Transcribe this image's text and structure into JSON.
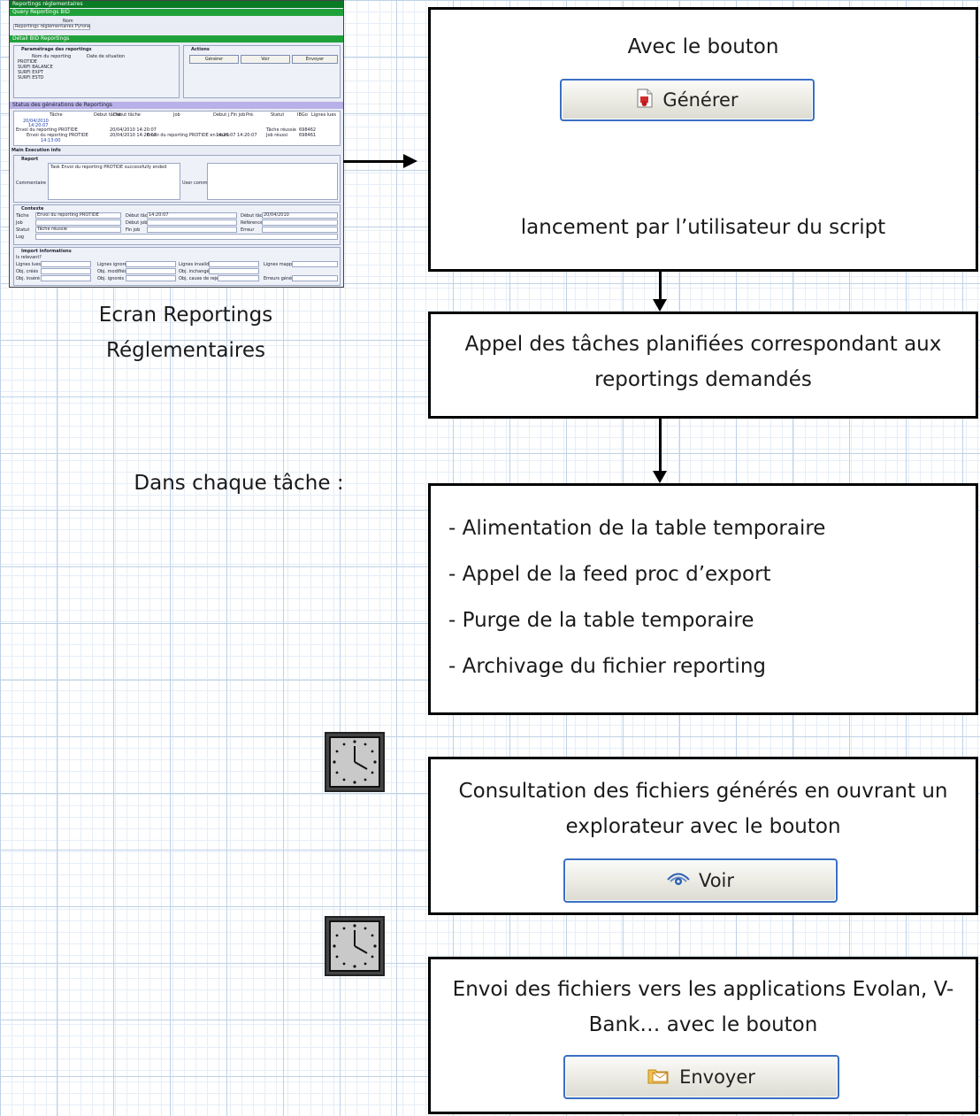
{
  "screenshot": {
    "window_title": "Reportings réglementaires",
    "header_bar": "Query Reportings BID",
    "query_label": "Nom",
    "query_value": "Reportings réglementaires Pyrone",
    "detail_bar": "Détail BID Reportings",
    "params_title": "Paramétrage des reportings",
    "actions_title": "Actions",
    "col_name": "Nom du reporting",
    "col_date": "Date de situation",
    "reportings": [
      "PROTIDE",
      "SURFI BALANCE",
      "SURFI EXPT",
      "SURFI ESTD"
    ],
    "btn_generate": "Générer",
    "btn_view": "Voir",
    "btn_send": "Envoyer",
    "status_bar": "Status des générations de Reportings",
    "status_cols": [
      "Tâche",
      "Début tâche",
      "Début tâche",
      "Job",
      "Début j.",
      "Fin job",
      "Pré.",
      "Statut",
      "IBGo",
      "Lignes lues"
    ],
    "tree_date": "20/04/2010",
    "tree_time1": "14:20:07",
    "row1_task": "Envoi du reporting PROTIDE",
    "row1_start": "20/04/2010 14:20:07",
    "row1_status": "Tâche réussie",
    "row1_id": "698462",
    "row2_task": "Envoi du reporting PROTIDE",
    "row2_start": "20/04/2010 14:20:07",
    "row2_job": "Envoi du reporting PROTIDE en cours",
    "row2_times": "14:20:07  14:20:07",
    "row2_status": "Job réussi",
    "row2_id": "698461",
    "tree_time2": "14:13:00",
    "tabs": "Main  Execution info",
    "report_title": "Report",
    "report_text": "Task Envoi du reporting PROTIDE successfully ended",
    "comment_label": "Commentaire",
    "user_comment_label": "User comment",
    "context_title": "Contexte",
    "ctx_task_label": "Tâche",
    "ctx_task_value": "Envoi du reporting PROTIDE",
    "ctx_start_label": "Début tâche",
    "ctx_start_value": "14:20:07",
    "ctx_start2_label": "Début tâche",
    "ctx_start2_value": "20/04/2010",
    "ctx_job_label": "Job",
    "ctx_jobstart_label": "Début job",
    "ctx_jobref_label": "Référence job",
    "ctx_status_label": "Statut",
    "ctx_status_value": "Tâche réussie",
    "ctx_end_label": "Fin job",
    "ctx_error_label": "Erreur",
    "ctx_log_label": "Log",
    "import_title": "Import informations",
    "relevant_label": "Is relevant?",
    "imp_labels": [
      "Lignes lues",
      "Lignes ignorées",
      "Lignes invalides",
      "Lignes mappées",
      "Obj. créés",
      "Obj. modifiés",
      "Obj. inchangés",
      "Obj. inséré",
      "Obj. ignorés",
      "Obj. cause de rejet",
      "Erreurs générées"
    ]
  },
  "caption": {
    "line1": "Ecran Reportings",
    "line2": "Réglementaires"
  },
  "box1": {
    "line1": "Avec le bouton",
    "button": "Générer",
    "line2": "lancement par l’utilisateur du script"
  },
  "box2": {
    "line1": "Appel des tâches planifiées correspondant aux",
    "line2": "reportings demandés"
  },
  "side_label": "Dans chaque tâche :",
  "box3": {
    "items": [
      "- Alimentation de la table temporaire",
      "- Appel de la feed proc d’export",
      "- Purge de la table temporaire",
      "- Archivage du fichier reporting"
    ]
  },
  "box4": {
    "line1": "Consultation des fichiers générés en ouvrant un",
    "line2": "explorateur avec le bouton",
    "button": "Voir"
  },
  "box5": {
    "line1": "Envoi des fichiers vers les applications Evolan, V-",
    "line2": "Bank… avec le bouton",
    "button": "Envoyer"
  },
  "icons": {
    "generate": "generate-report-icon",
    "view": "eye-icon",
    "send": "folder-envelope-icon",
    "clock": "clock-icon"
  },
  "colors": {
    "button_border": "#3a6fc4",
    "green_bar": "#1fa13a",
    "purple_bar": "#b8b0e8"
  }
}
